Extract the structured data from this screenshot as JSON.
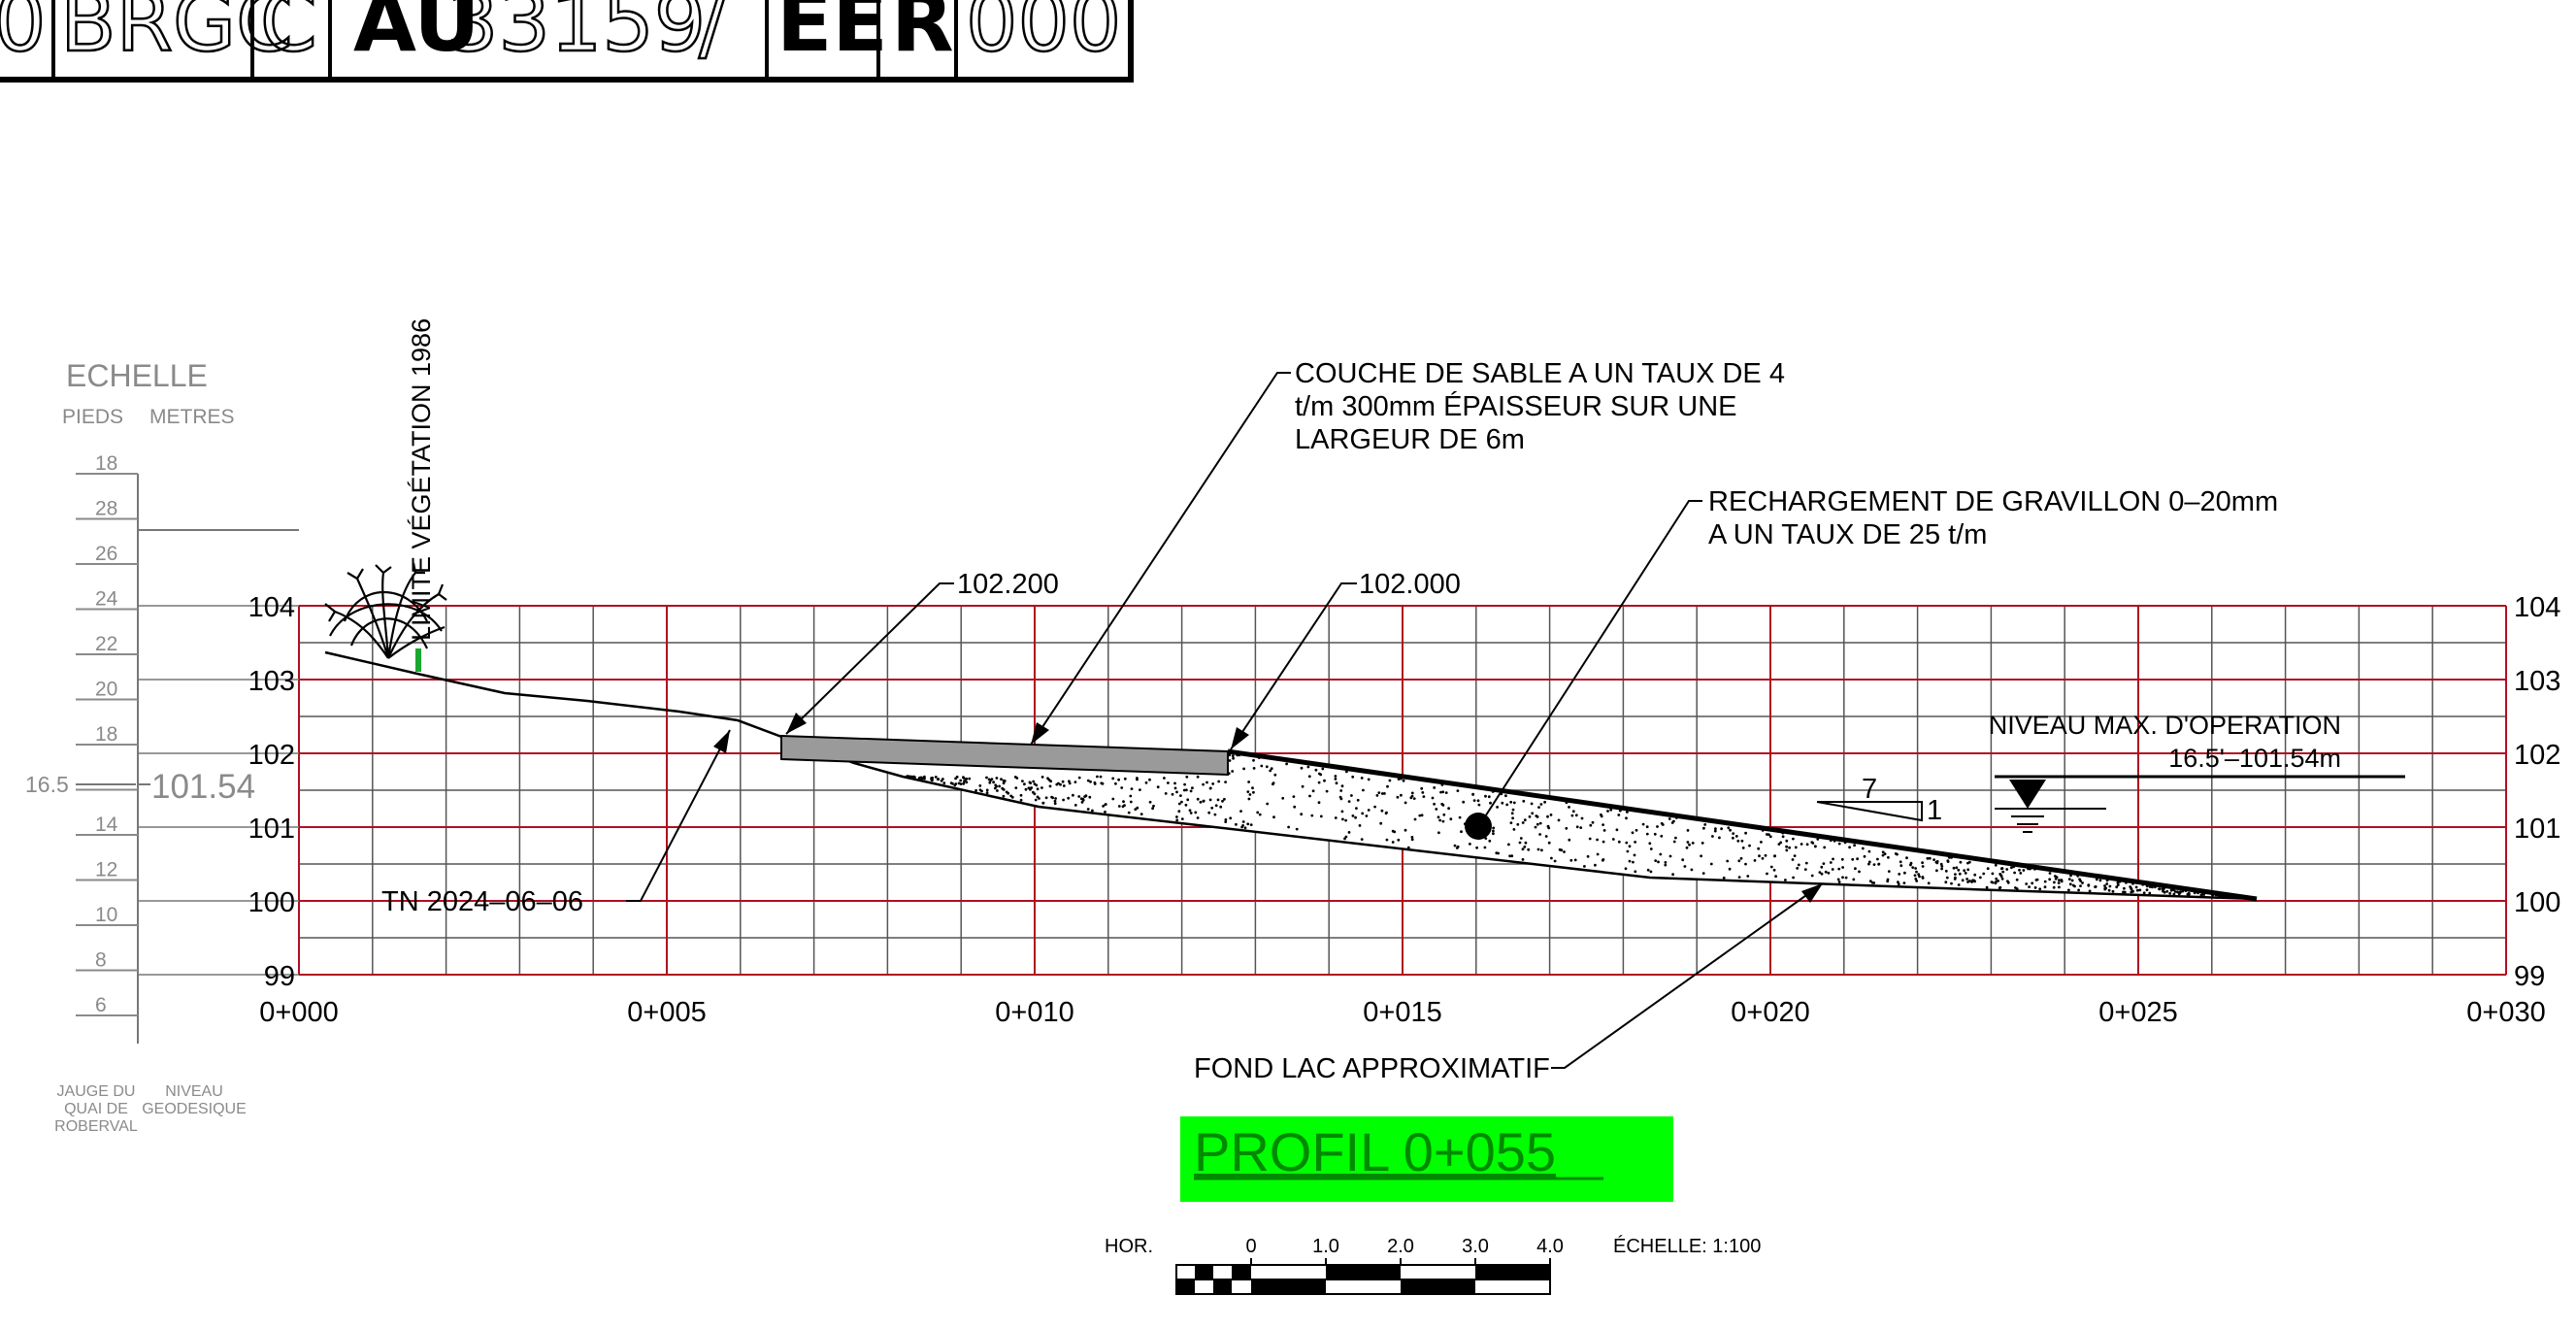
{
  "title_block": {
    "cells": [
      "0",
      "BRGC",
      "AU",
      "33159",
      "EE",
      "R",
      "000"
    ],
    "separator": "/"
  },
  "scale_legend": {
    "title": "ECHELLE",
    "col_feet": "PIEDS",
    "col_metres": "METRES",
    "feet_ticks": [
      "18",
      "28",
      "26",
      "24",
      "22",
      "20",
      "18",
      "16",
      "14",
      "12",
      "10",
      "8",
      "6"
    ],
    "level_marker_feet": "16.5",
    "level_marker_metres": "101.54",
    "footer_left": [
      "JAUGE DU",
      "QUAI DE",
      "ROBERVAL"
    ],
    "footer_right": [
      "NIVEAU",
      "GEODESIQUE"
    ]
  },
  "profile": {
    "y_labels": [
      "104",
      "103",
      "102",
      "101",
      "100",
      "99"
    ],
    "x_labels": [
      "0+000",
      "0+005",
      "0+010",
      "0+015",
      "0+020",
      "0+025",
      "0+030"
    ],
    "vegetation_label": "LIMITE VÉGÉTATION 1986",
    "callout_102200": "102.200",
    "callout_102000": "102.000",
    "sand_note": [
      "COUCHE DE SABLE A UN TAUX DE 4",
      "t/m 300mm ÉPAISSEUR SUR UNE",
      "LARGEUR DE 6m"
    ],
    "gravel_note": [
      "RECHARGEMENT DE GRAVILLON 0–20mm",
      "A UN TAUX DE 25 t/m"
    ],
    "water_level_title": "NIVEAU MAX. D'OPERATION",
    "water_level_value": "16.5'–101.54m",
    "slope_run": "7",
    "slope_rise": "1",
    "tn_label": "TN 2024–06–06",
    "lake_bottom_label": "FOND LAC APPROXIMATIF"
  },
  "profile_title": "PROFIL 0+055",
  "bar_scale": {
    "hor_label": "HOR.",
    "ticks": [
      "0",
      "1.0",
      "2.0",
      "3.0",
      "4.0"
    ],
    "scale_text": "ÉCHELLE: 1:100"
  },
  "colors": {
    "grid_major": "#b01020",
    "grid_minor": "#555555",
    "title_highlight": "#00ff00",
    "sand_fill": "#9a9a9a",
    "vegetation_mark": "#1aa830",
    "legend_text": "#8a8a8a"
  }
}
